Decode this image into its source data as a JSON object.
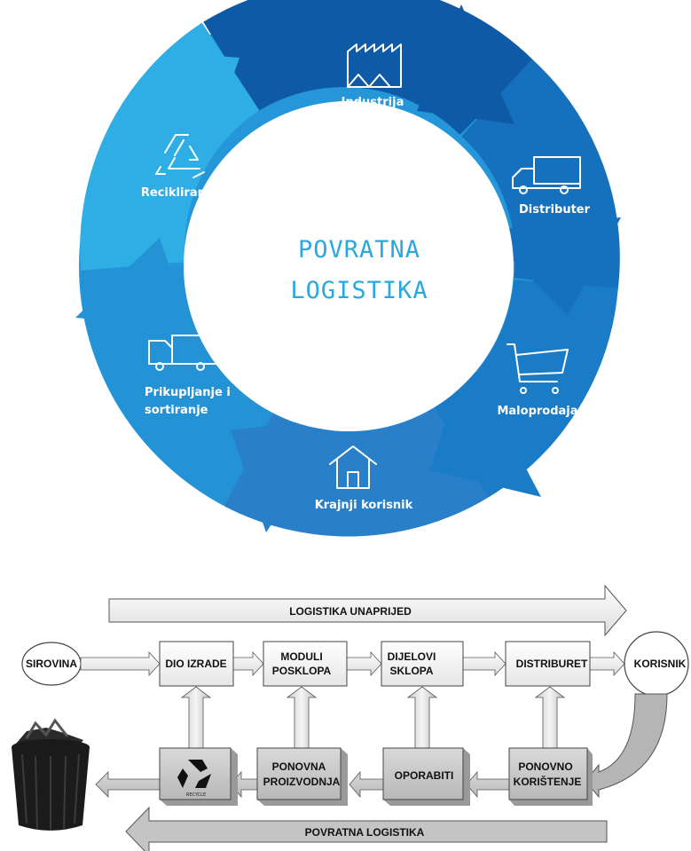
{
  "cycle": {
    "center_line1": "POVRATNA",
    "center_line2": "LOGISTIKA",
    "stages": {
      "industrija": "Industrija",
      "distributer": "Distributer",
      "maloprodaja": "Maloprodaja",
      "krajnji": "Krajnji korisnik",
      "prikupljanje_1": "Prikupljanje i",
      "prikupljanje_2": "sortiranje",
      "recikliranje": "Recikliranje"
    },
    "colors": [
      "#0f5aa6",
      "#1570bd",
      "#1a82c9",
      "#2a7ec7",
      "#2493d6",
      "#29a3de",
      "#2fb0e4"
    ]
  },
  "flow": {
    "forward_label": "LOGISTIKA UNAPRIJED",
    "reverse_label": "POVRATNA LOGISTIKA",
    "start": "SIROVINA",
    "end": "KORISNIK",
    "top_boxes": {
      "dio_izrade": "DIO IZRADE",
      "moduli_1": "MODULI",
      "moduli_2": "POSKLOPA",
      "dijelovi_1": "DIJELOVI",
      "dijelovi_2": "SKLOPA",
      "distributer": "DISTRIBURET"
    },
    "bottom_boxes": {
      "recycle": "RECYCLE",
      "ponovna_1": "PONOVNA",
      "ponovna_2": "PROIZVODNJA",
      "oporabiti": "OPORABITI",
      "ponovno_1": "PONOVNO",
      "ponovno_2": "KORIŠTENJE"
    }
  }
}
